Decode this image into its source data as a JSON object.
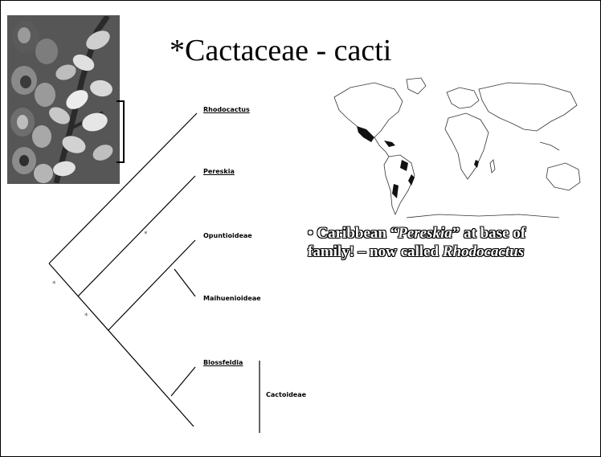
{
  "slide": {
    "title": "*Cactaceae - cacti",
    "bullet": {
      "marker": "•",
      "part1": " Caribbean ",
      "open_quote": "“",
      "genus1": "Pereskia",
      "close_quote": "”",
      "part2": " at base of family! – now called ",
      "genus2": "Rhodocactus"
    }
  },
  "tree": {
    "taxa": [
      "Rhodocactus",
      "Pereskia",
      "Opuntioideae",
      "Maihuenioideae",
      "Blossfeldia",
      "Cactoideae"
    ],
    "support_marker": "*"
  },
  "images": {
    "photo": "cactus-plant-photo",
    "map": "world-distribution-map"
  },
  "colors": {
    "background": "#ffffff",
    "text": "#000000",
    "bullet_fill": "#ffffff"
  }
}
